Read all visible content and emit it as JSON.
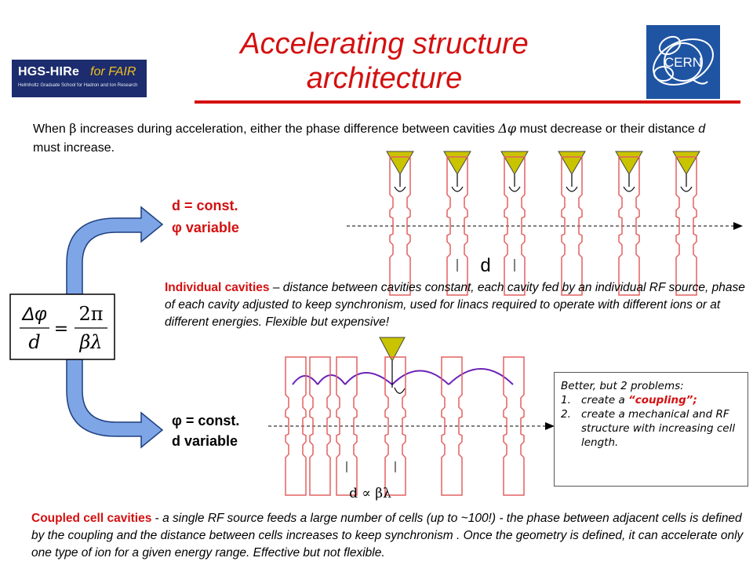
{
  "title": {
    "line1": "Accelerating structure",
    "line2": "architecture"
  },
  "logos": {
    "hgs_main": "HGS-HIRe",
    "hgs_for": "for FAIR",
    "hgs_sub": "Helmholtz Graduate School for Hadron and Ion Research",
    "cern": "CERN"
  },
  "intro": {
    "text_a": "When ",
    "beta": "β",
    "text_b": " increases during acceleration, either the phase difference between cavities ",
    "dphi": "Δφ",
    "text_c": " must decrease or their distance ",
    "d": "d",
    "text_d": " must increase."
  },
  "formula": {
    "num_left": "Δφ",
    "den_left": "d",
    "equals": "=",
    "num_right": "2π",
    "den_right": "βλ"
  },
  "top_case": {
    "line1": "d = const.",
    "line2": "φ variable",
    "distance_label": "d"
  },
  "bottom_case": {
    "line1": "φ = const.",
    "line2": "d variable",
    "distance_label": "d ∝ βλ"
  },
  "desc_individual": {
    "lead": "Individual cavities",
    "dash": " – ",
    "body": "distance between cavities constant, each cavity fed by an individual RF source, phase of each cavity adjusted to keep synchronism, used for linacs required to operate with different ions or at different energies. Flexible but expensive!"
  },
  "desc_coupled": {
    "lead": "Coupled cell cavities",
    "dash": " - ",
    "body": "a single RF source feeds a large number of cells (up to ~100!) - the phase between adjacent cells is defined by the coupling and the distance between cells increases to keep synchronism . Once the geometry is defined, it can accelerate only one type of ion for a given energy range. Effective but not flexible."
  },
  "box": {
    "heading": "Better, but 2 problems:",
    "item1_num": "1.",
    "item1_pre": "create a ",
    "item1_red": "“coupling”",
    "item1_post": ";",
    "item2_num": "2.",
    "item2_text": "create a mechanical and RF structure with increasing cell length."
  },
  "colors": {
    "accent_red": "#d41010",
    "cavity_outline": "#e36060",
    "feed_yellow": "#c9c400",
    "arrow_blue": "#7ea6e6",
    "coupling_purple": "#6a21b8"
  }
}
